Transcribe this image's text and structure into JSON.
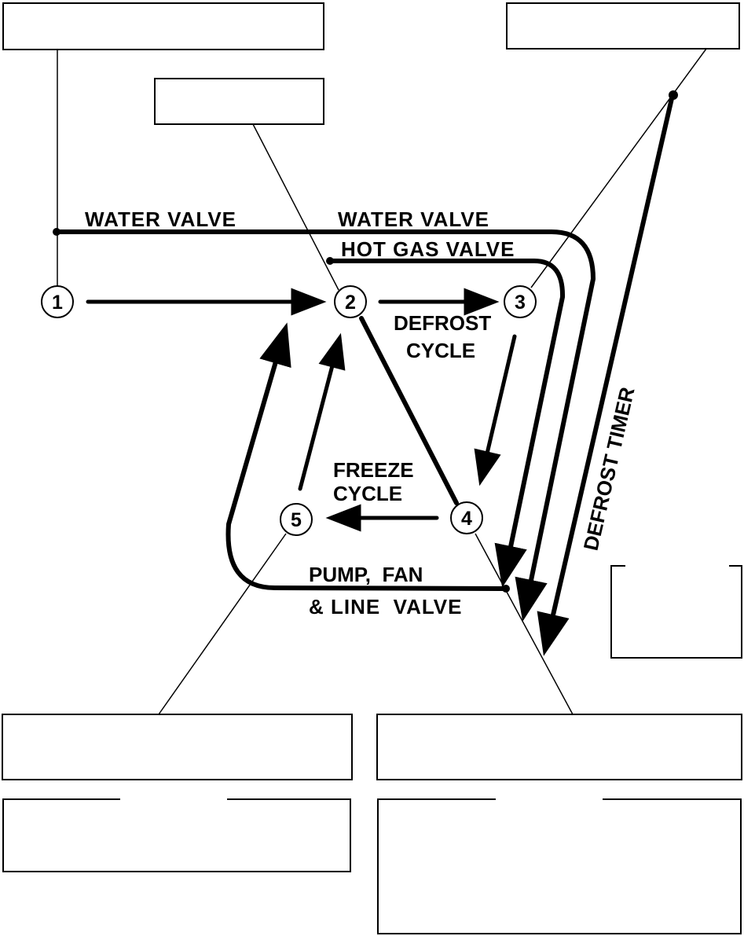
{
  "labels": {
    "water_valve_left": "WATER VALVE",
    "water_valve_right": "WATER VALVE",
    "hot_gas_valve": "HOT GAS VALVE",
    "defrost_cycle_line1": "DEFROST",
    "defrost_cycle_line2": "CYCLE",
    "freeze_cycle_line1": "FREEZE",
    "freeze_cycle_line2": "CYCLE",
    "pump_fan_line1": "PUMP,  FAN",
    "pump_fan_line2": "& LINE  VALVE",
    "defrost_timer": "DEFROST TIMER"
  },
  "nodes": [
    {
      "id": 1,
      "label": "1"
    },
    {
      "id": 2,
      "label": "2"
    },
    {
      "id": 3,
      "label": "3"
    },
    {
      "id": 4,
      "label": "4"
    },
    {
      "id": 5,
      "label": "5"
    }
  ]
}
